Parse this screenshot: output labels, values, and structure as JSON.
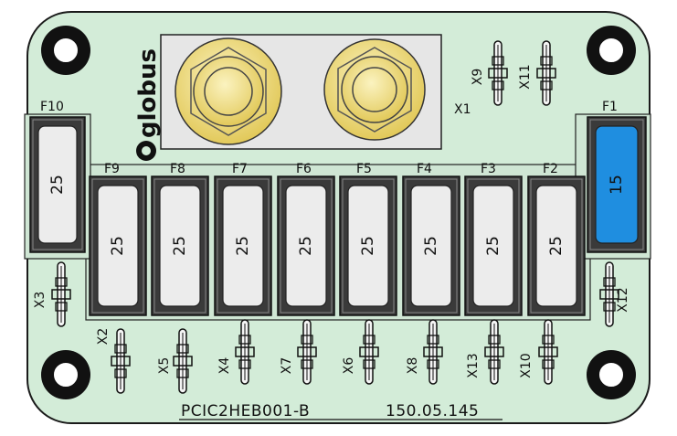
{
  "board": {
    "part_number": "PCIC2HEB001-B",
    "code": "150.05.145",
    "brand": "globus",
    "colors": {
      "pcb": "#d3ecd8",
      "fuse_body": "#ececec",
      "fuse_blue": "#1f8ee0",
      "holder": "#3a3a3a",
      "stud_gold": "#f0e08a"
    }
  },
  "stud_block": {
    "label": "X1"
  },
  "fuses": [
    {
      "label": "F10",
      "value": "25",
      "color": "white"
    },
    {
      "label": "F9",
      "value": "25",
      "color": "white"
    },
    {
      "label": "F8",
      "value": "25",
      "color": "white"
    },
    {
      "label": "F7",
      "value": "25",
      "color": "white"
    },
    {
      "label": "F6",
      "value": "25",
      "color": "white"
    },
    {
      "label": "F5",
      "value": "25",
      "color": "white"
    },
    {
      "label": "F4",
      "value": "25",
      "color": "white"
    },
    {
      "label": "F3",
      "value": "25",
      "color": "white"
    },
    {
      "label": "F2",
      "value": "25",
      "color": "white"
    },
    {
      "label": "F1",
      "value": "15",
      "color": "blue"
    }
  ],
  "connectors": [
    {
      "label": "X9"
    },
    {
      "label": "X11"
    },
    {
      "label": "X3"
    },
    {
      "label": "X12"
    },
    {
      "label": "X2"
    },
    {
      "label": "X5"
    },
    {
      "label": "X4"
    },
    {
      "label": "X7"
    },
    {
      "label": "X6"
    },
    {
      "label": "X8"
    },
    {
      "label": "X13"
    },
    {
      "label": "X10"
    }
  ]
}
